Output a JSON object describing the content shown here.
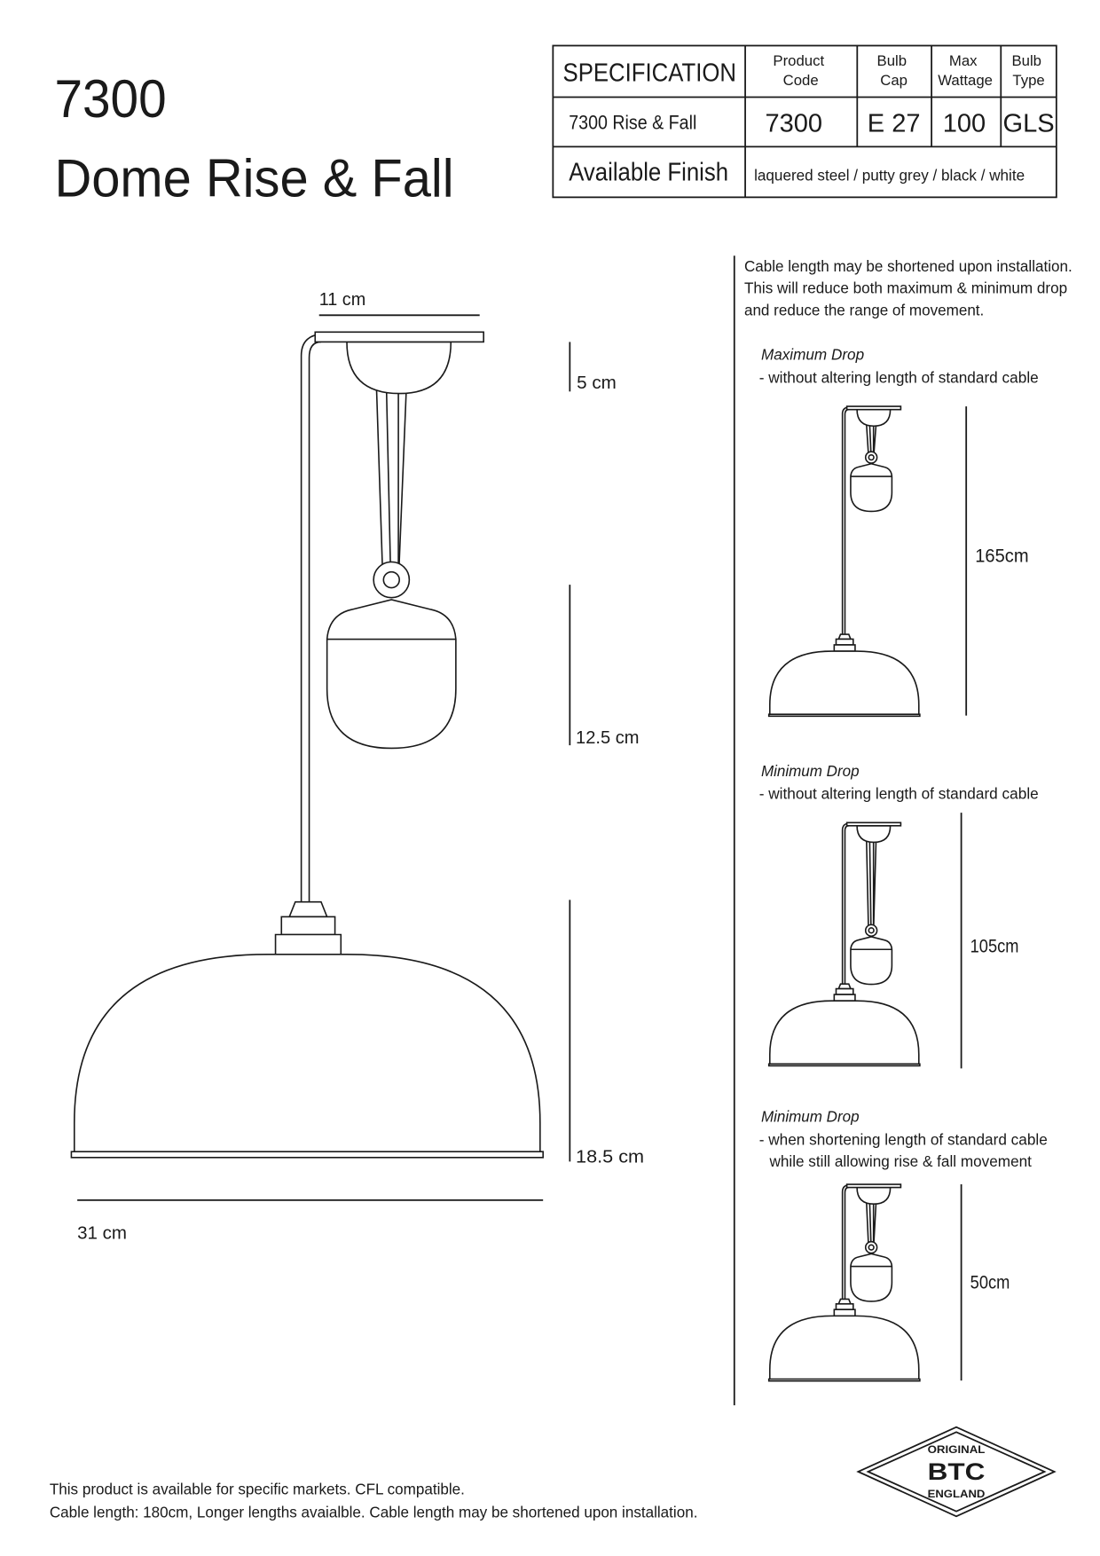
{
  "header": {
    "product_number": "7300",
    "product_name": "Dome Rise & Fall"
  },
  "spec_table": {
    "title": "SPECIFICATION",
    "headers": [
      [
        "Product",
        "Code"
      ],
      [
        "Bulb",
        "Cap"
      ],
      [
        "Max",
        "Wattage"
      ],
      [
        "Bulb",
        "Type"
      ]
    ],
    "row": {
      "name": "7300 Rise & Fall",
      "product_code": "7300",
      "bulb_cap": "E 27",
      "max_wattage": "100",
      "bulb_type": "GLS"
    },
    "finish_label": "Available Finish",
    "finish_value": "laquered steel / putty grey / black / white"
  },
  "main_drawing": {
    "ceiling_width": "11 cm",
    "rose_height": "5 cm",
    "weight_height": "12.5 cm",
    "shade_height": "18.5  cm",
    "shade_width": "31 cm"
  },
  "notes": {
    "lines": [
      "Cable length may be shortened upon installation.",
      "This will reduce both maximum & minimum drop",
      "and reduce the range of movement."
    ]
  },
  "drops": [
    {
      "title": "Maximum Drop",
      "lines": [
        "- without altering length of standard cable"
      ],
      "value": "165cm"
    },
    {
      "title": "Minimum Drop",
      "lines": [
        "- without altering length of standard cable"
      ],
      "value": "105cm"
    },
    {
      "title": "Minimum Drop",
      "lines": [
        "- when shortening length of standard cable",
        "  while still allowing rise & fall movement"
      ],
      "value": "50cm"
    }
  ],
  "footer": {
    "lines": [
      "This product is available for specific markets. CFL compatible.",
      "Cable length: 180cm, Longer lengths avaialble. Cable length may be shortened upon installation."
    ]
  },
  "logo": {
    "top": "ORIGINAL",
    "middle": "BTC",
    "bottom": "ENGLAND"
  }
}
